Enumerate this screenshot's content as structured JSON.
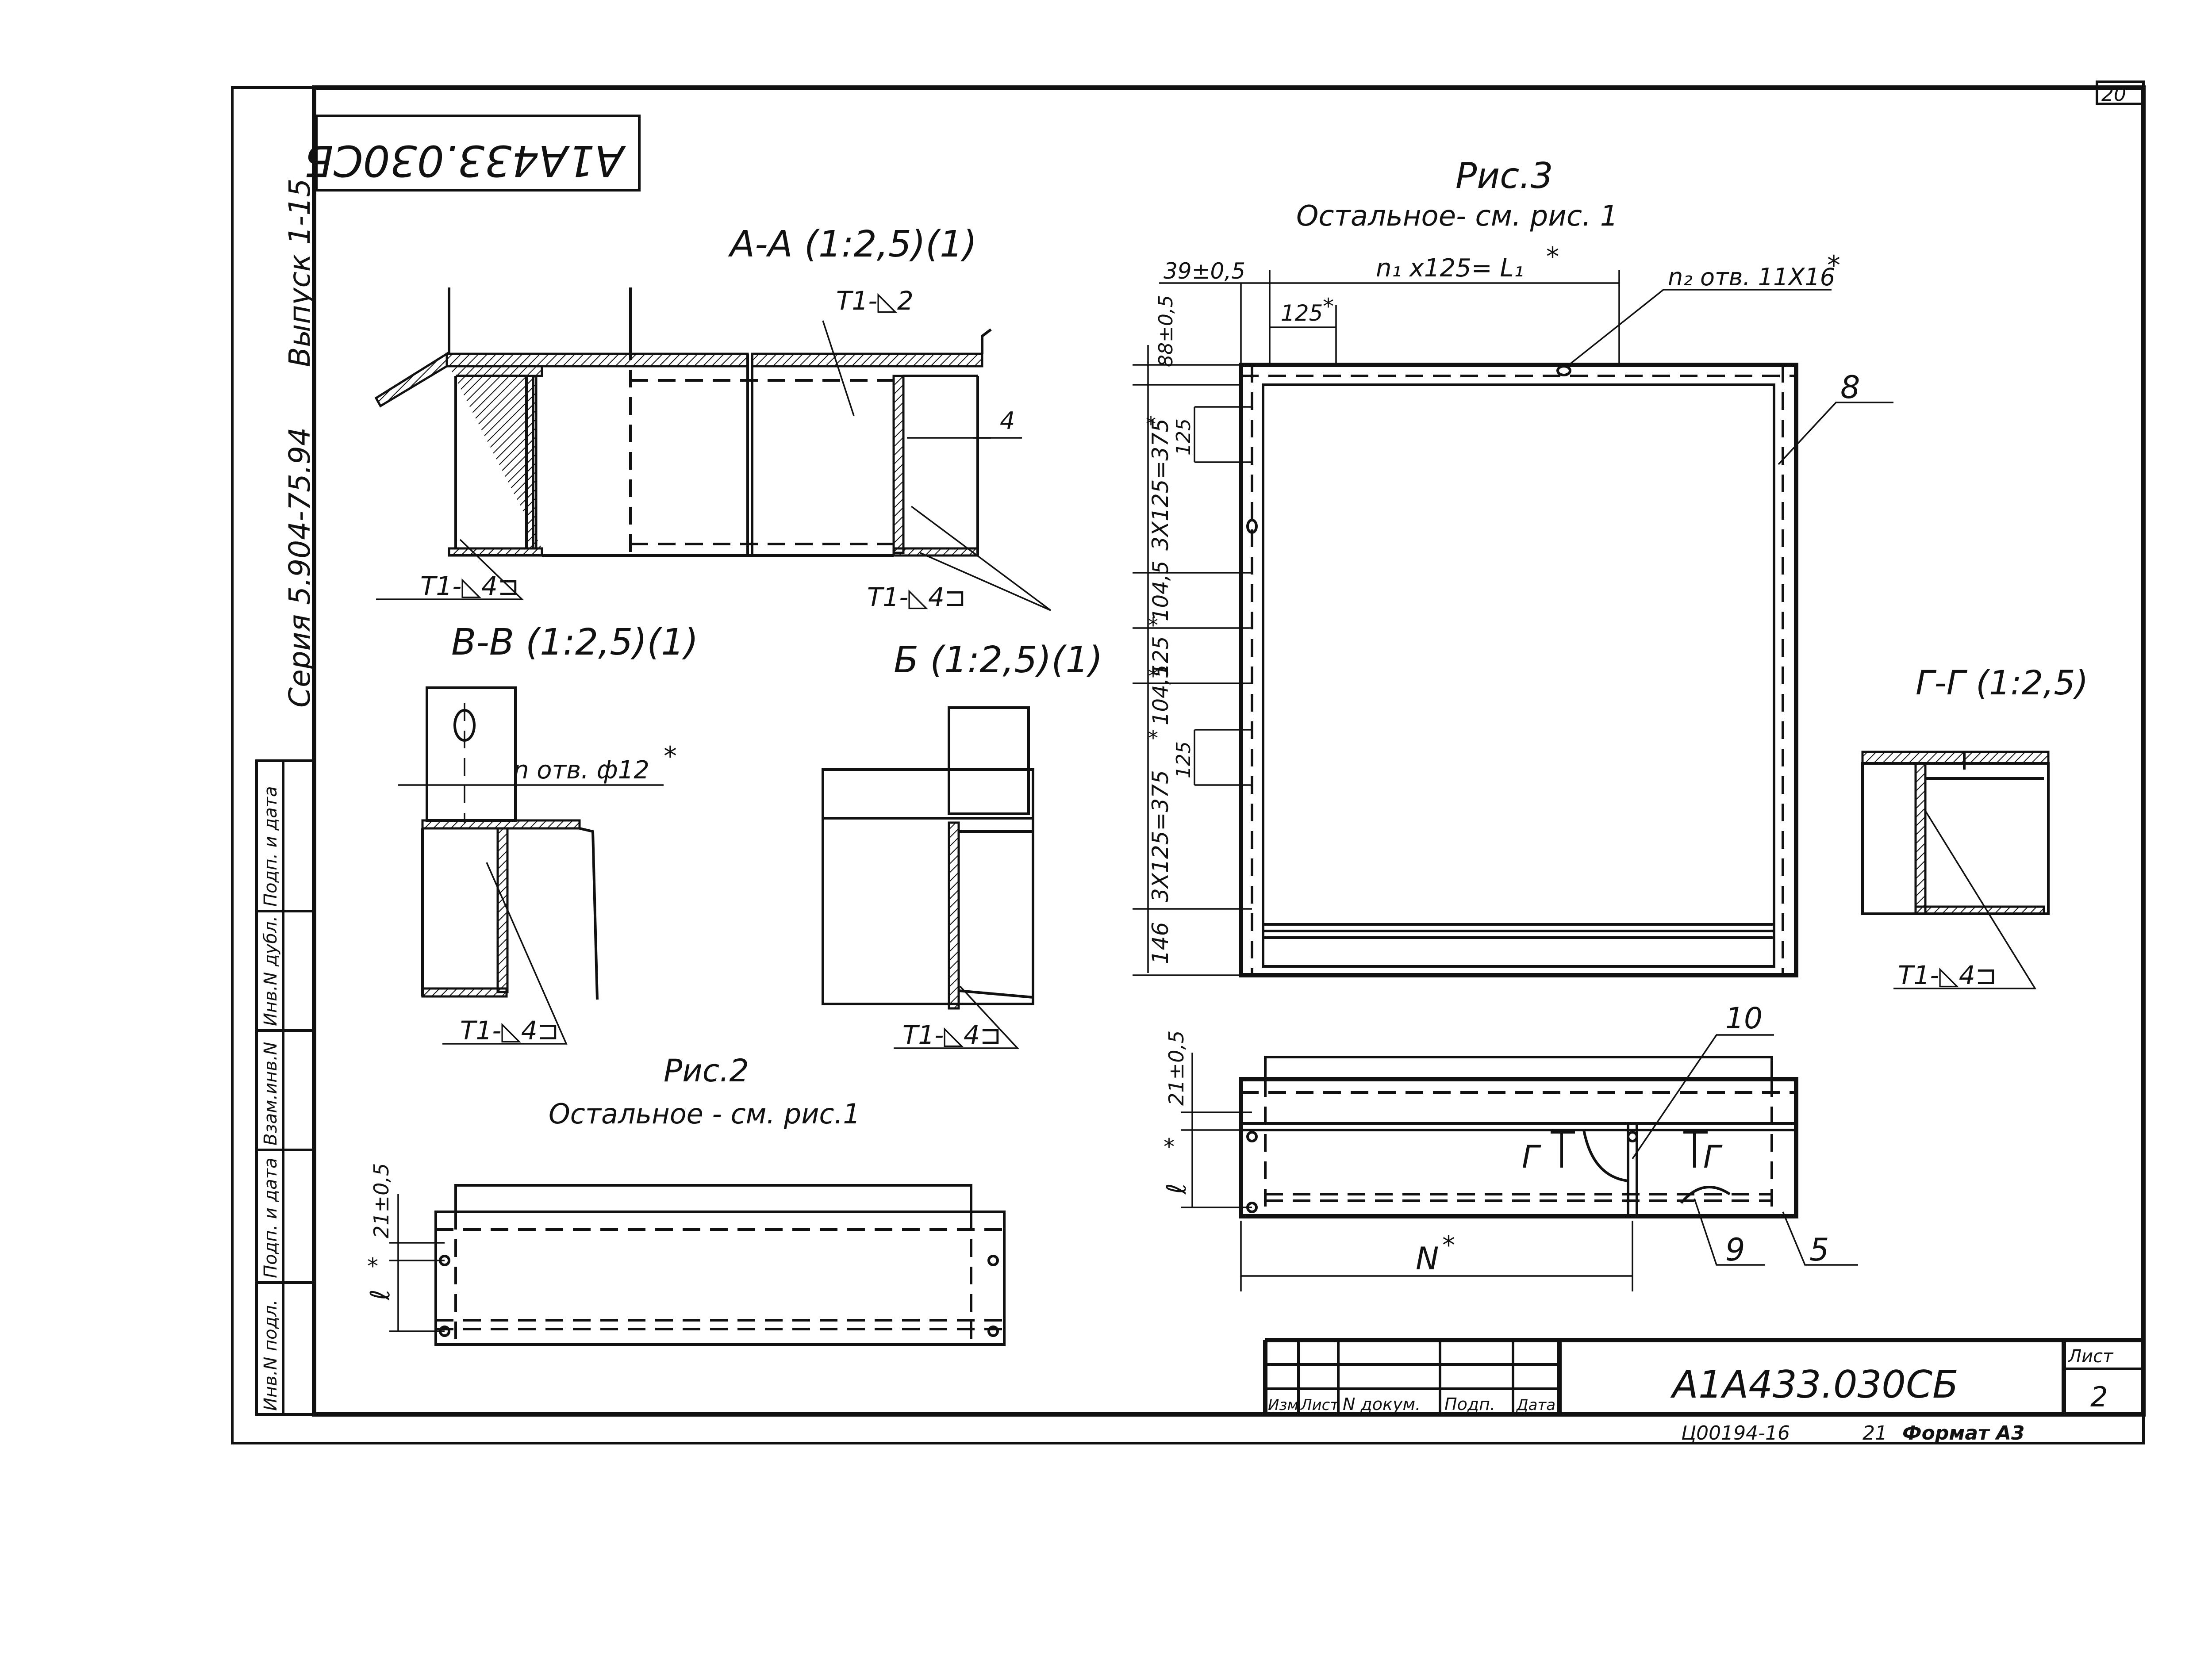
{
  "drawing_number": "А1А433.030СБ",
  "drawing_number_rotated": "А1А433.030СБ",
  "page_number_top": "20",
  "series_info": "Серия 5.904-75.94",
  "issue_info": "Выпуск 1-15",
  "sheet_label": "Лист",
  "sheet_number": "2",
  "footer_code": "Ц00194-16",
  "footer_num": "21",
  "format_label": "Формат А3",
  "left_strip_labels": [
    "Инв.N подл.",
    "Подп. и дата",
    "Взам.инв.N",
    "Инв.N дубл.",
    "Подп. и дата"
  ],
  "title_block_headers": [
    "Изм",
    "Лист",
    "N докум.",
    "Подп.",
    "Дата"
  ],
  "views": {
    "aa": {
      "title": "А-А (1:2,5)(1)",
      "weld_top": "Т1-◺2",
      "weld_left": "Т1-◺4⊐",
      "weld_right": "Т1-◺4⊐",
      "dim_4": "4"
    },
    "bb": {
      "title": "В-В (1:2,5)(1)",
      "holes": "n отв. ф12",
      "weld": "Т1-◺4⊐"
    },
    "b": {
      "title": "Б (1:2,5)(1)",
      "weld": "Т1-◺4⊐"
    },
    "fig2": {
      "title": "Рис.2",
      "subtitle": "Остальное - см. рис.1",
      "dim_21": "21±0,5",
      "dim_l": "ℓ"
    },
    "fig3": {
      "title": "Рис.3",
      "subtitle": "Остальное- см. рис. 1",
      "dim_39": "39±0,5",
      "dim_top": "n₁ x125= L₁",
      "dim_125": "125",
      "holes": "n₂ отв. 11Х16",
      "dim_88": "88±0,5",
      "dim_125a": "125",
      "dim_3x125a": "3Х125=375",
      "dim_1045a": "104,5",
      "dim_125b": "125",
      "dim_1045b": "104,5",
      "dim_125c": "125",
      "dim_3x125b": "3Х125=375",
      "dim_146": "146",
      "callout_8": "8",
      "callout_10": "10",
      "callout_9": "9",
      "callout_5": "5",
      "dim_21": "21±0,5",
      "dim_l": "ℓ",
      "dim_n": "N",
      "section_g": "Г"
    },
    "gg": {
      "title": "Г-Г (1:2,5)",
      "weld": "Т1-◺4⊐"
    }
  },
  "star": "*"
}
